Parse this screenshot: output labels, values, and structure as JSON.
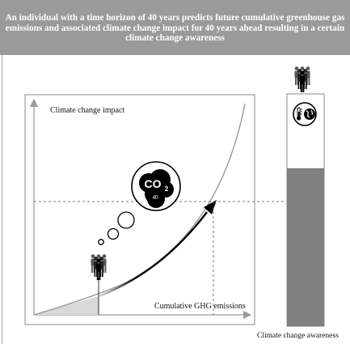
{
  "header": {
    "title": "An individual with a time horizon of 40 years predicts future cumulative greenhouse gas emissions and associated climate change impact for 40 years ahead resulting in a certain climate change awareness"
  },
  "diagram": {
    "y_axis_label": "Climate change impact",
    "x_axis_label": "Cumulative GHG emissions",
    "bubble_text_main": "CO",
    "bubble_text_sub": "2",
    "time_horizon_label": "40",
    "bar_label": "Climate change awareness",
    "awareness_level": 0.68,
    "colors": {
      "banner": "#9a9a9a",
      "bar_fill": "#808080",
      "shaded_area": "#d8d8d8",
      "curve": "#9a9a9a",
      "arrow": "#000000"
    },
    "icons": [
      "people-group-icon",
      "thermometer-globe-icon",
      "thought-bubble-icon",
      "co2-cloud-icon"
    ]
  }
}
